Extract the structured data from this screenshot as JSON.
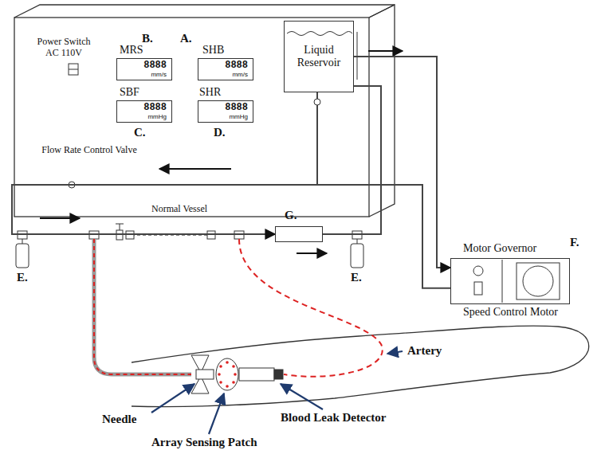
{
  "diagram": {
    "nodes": [
      {
        "text": [
          "B.",
          "MRS",
          "8888",
          "mm/s"
        ]
      },
      {
        "text": [
          "A.",
          "SHB",
          "8888",
          "mm/s"
        ]
      },
      {
        "text": [
          "Liquid Reservoir"
        ]
      },
      {
        "text": [
          "SBF",
          "8888",
          "mmHg",
          "C."
        ]
      },
      {
        "text": [
          "SHR",
          "8888",
          "mmHg",
          "D."
        ]
      },
      {
        "text": [
          "G."
        ]
      },
      {
        "text": [
          "F.",
          "Motor Governor",
          "Speed Control Motor"
        ]
      }
    ],
    "edges": [
      {
        "from": 2,
        "to": 6,
        "arrow": "to"
      },
      {
        "from": 6,
        "to": 5,
        "arrow": "to"
      },
      {
        "from": 5,
        "to": 2,
        "arrow": "none"
      }
    ],
    "labels": [
      "Power Switch AC 110V",
      "Flow Rate Control Valve",
      "Normal Vessel",
      "E.",
      "E.",
      "Artery",
      "Needle",
      "Blood Leak Detector",
      "Array Sensing Patch"
    ]
  }
}
